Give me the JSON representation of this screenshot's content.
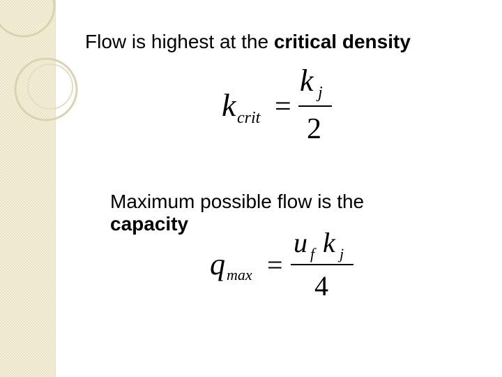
{
  "slide": {
    "line1": {
      "prefix": "Flow is highest at the ",
      "bold": "critical density"
    },
    "equation1": {
      "lhs_var": "k",
      "lhs_sub": "crit",
      "equals": "=",
      "num_var": "k",
      "num_sub": "j",
      "denominator": "2"
    },
    "line2": {
      "prefix": "Maximum possible flow is the",
      "bold": "capacity"
    },
    "equation2": {
      "lhs_var": "q",
      "lhs_sub": "max",
      "equals": "=",
      "num_var1": "u",
      "num_sub1": "f",
      "num_var2": "k",
      "num_sub2": "j",
      "denominator": "4"
    }
  },
  "theme": {
    "band_color": "#f4f0da",
    "deco_color": "#d9d3b2"
  }
}
